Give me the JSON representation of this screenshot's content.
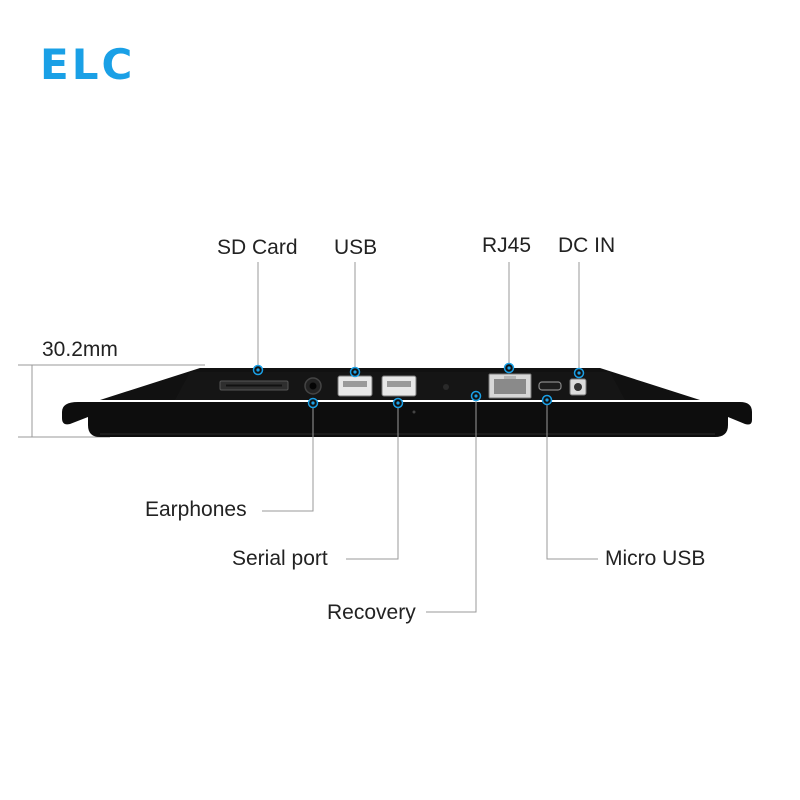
{
  "logo": {
    "text": "ELC",
    "color": "#1aa0e6"
  },
  "dimension": {
    "text": "30.2mm"
  },
  "labels": {
    "sd_card": "SD Card",
    "usb": "USB",
    "rj45": "RJ45",
    "dc_in": "DC IN",
    "earphones": "Earphones",
    "serial_port": "Serial port",
    "recovery": "Recovery",
    "micro_usb": "Micro USB"
  },
  "colors": {
    "device": "#0d0d0d",
    "leader": "#999999",
    "marker": "#1aa0e6",
    "text": "#222222"
  }
}
